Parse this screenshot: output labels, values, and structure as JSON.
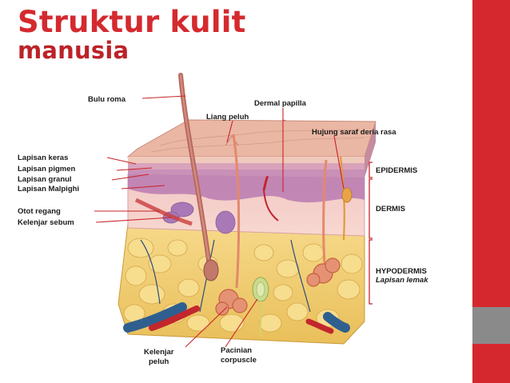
{
  "title": {
    "line1": "Struktur kulit",
    "line2": "manusia"
  },
  "colors": {
    "accent_red": "#d5282e",
    "side_gray": "#8a8a8a",
    "epidermis": "#e9b4a3",
    "dermis": "#f2c9c2",
    "hypodermis_fat": "#f0cd6e"
  },
  "labels": {
    "hair": "Bulu  roma",
    "dermal_papilla": "Dermal papilla",
    "sweat_pore": "Liang peluh",
    "taste_nerve_ending": "Hujung saraf deria rasa",
    "horny_layer": "Lapisan keras",
    "pigment_layer": "Lapisan pigmen",
    "granular_layer": "Lapisan granul",
    "malpighian_layer": "Lapisan  Malpighi",
    "muscle": "Otot regang",
    "sebaceous_gland": "Kelenjar sebum",
    "epidermis": "EPIDERMIS",
    "dermis": "DERMIS",
    "hypodermis": "HYPODERMIS",
    "fat_layer": "Lapisan lemak",
    "sweat_gland_1": "Kelenjar",
    "sweat_gland_2": "peluh",
    "pacinian_1": "Pacinian",
    "pacinian_2": "corpuscle"
  }
}
